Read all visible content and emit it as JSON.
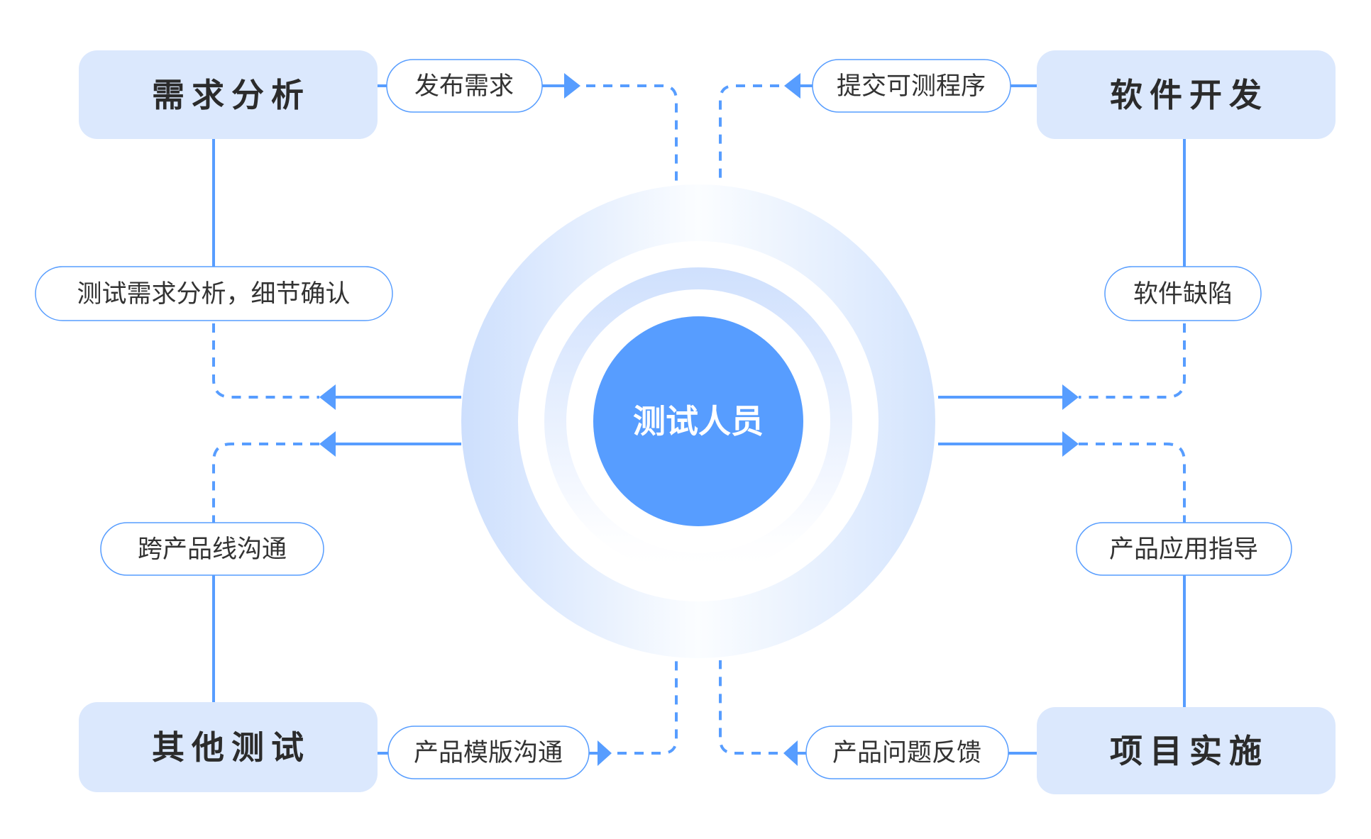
{
  "center": {
    "label": "测试人员"
  },
  "nodes": {
    "top_left": "需求分析",
    "top_right": "软件开发",
    "bottom_left": "其他测试",
    "bottom_right": "项目实施"
  },
  "edges": {
    "publish_requirements": "发布需求",
    "submit_testable_program": "提交可测程序",
    "requirement_analysis_confirm": "测试需求分析，细节确认",
    "software_defects": "软件缺陷",
    "cross_product_communication": "跨产品线沟通",
    "product_application_guidance": "产品应用指导",
    "product_template_communication": "产品模版沟通",
    "product_issue_feedback": "产品问题反馈"
  },
  "colors": {
    "accent": "#579dff",
    "box_fill": "#dbe8fd",
    "text": "#333333"
  }
}
